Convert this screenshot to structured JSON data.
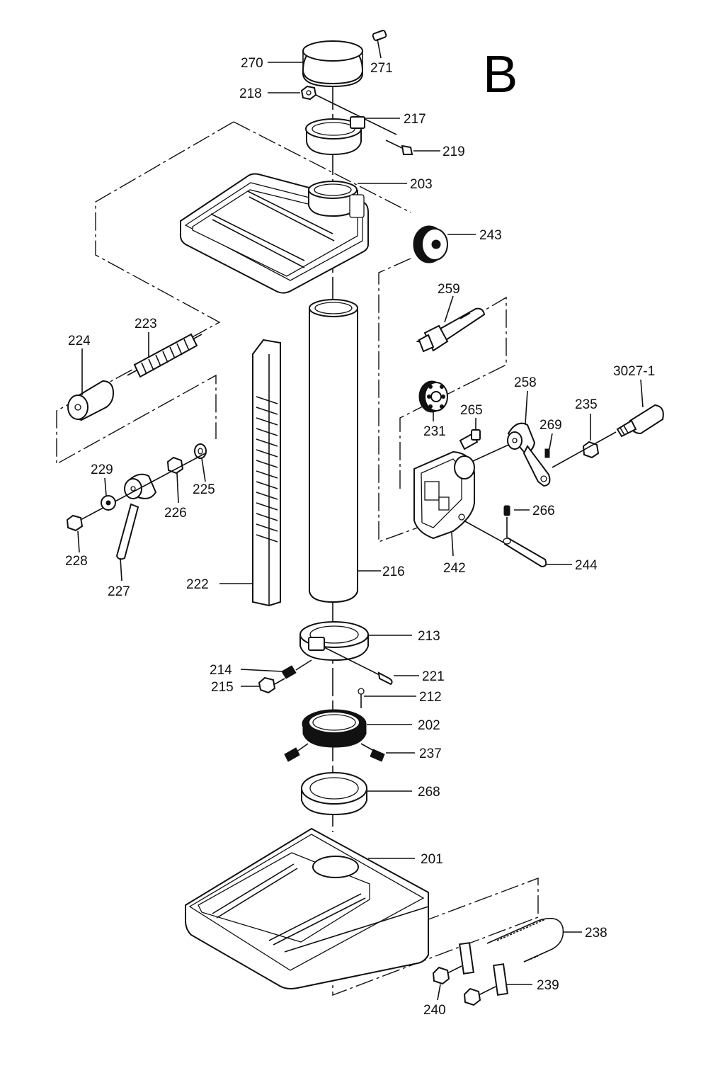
{
  "diagram": {
    "section_letter": "B",
    "labels": {
      "p270": "270",
      "p271": "271",
      "p218": "218",
      "p217": "217",
      "p219": "219",
      "p203": "203",
      "p243": "243",
      "p259": "259",
      "p224": "224",
      "p223": "223",
      "p231": "231",
      "p265": "265",
      "p258": "258",
      "p269": "269",
      "p235": "235",
      "p3027_1": "3027-1",
      "p229": "229",
      "p226": "226",
      "p225": "225",
      "p228": "228",
      "p227": "227",
      "p222": "222",
      "p216": "216",
      "p266": "266",
      "p242": "242",
      "p244": "244",
      "p213": "213",
      "p214": "214",
      "p221": "221",
      "p215": "215",
      "p212": "212",
      "p202": "202",
      "p237": "237",
      "p268": "268",
      "p201": "201",
      "p238": "238",
      "p239": "239",
      "p240": "240"
    }
  }
}
